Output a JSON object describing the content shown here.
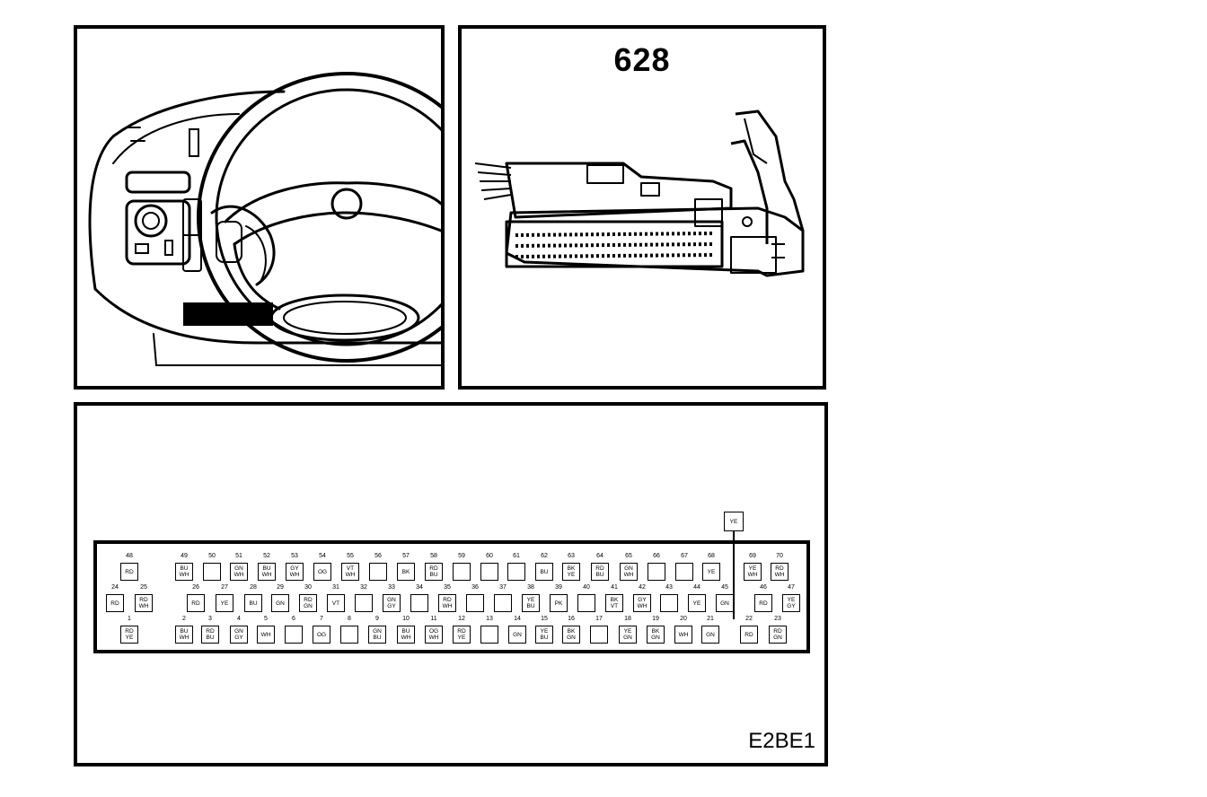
{
  "connector": {
    "id": "628",
    "image_code": "E2BE1",
    "extra_wire": "YE"
  },
  "pins": [
    {
      "n": "1",
      "c": [
        "RD",
        "YE"
      ]
    },
    {
      "n": "2",
      "c": [
        "BU",
        "WH"
      ]
    },
    {
      "n": "3",
      "c": [
        "RD",
        "BU"
      ]
    },
    {
      "n": "4",
      "c": [
        "GN",
        "GY"
      ]
    },
    {
      "n": "5",
      "c": [
        "WH"
      ]
    },
    {
      "n": "6",
      "c": []
    },
    {
      "n": "7",
      "c": [
        "OG"
      ]
    },
    {
      "n": "8",
      "c": []
    },
    {
      "n": "9",
      "c": [
        "GN",
        "BU"
      ]
    },
    {
      "n": "10",
      "c": [
        "BU",
        "WH"
      ]
    },
    {
      "n": "11",
      "c": [
        "OG",
        "WH"
      ]
    },
    {
      "n": "12",
      "c": [
        "RD",
        "YE"
      ]
    },
    {
      "n": "13",
      "c": []
    },
    {
      "n": "14",
      "c": [
        "GN"
      ]
    },
    {
      "n": "15",
      "c": [
        "YE",
        "BU"
      ]
    },
    {
      "n": "16",
      "c": [
        "BK",
        "GN"
      ]
    },
    {
      "n": "17",
      "c": []
    },
    {
      "n": "18",
      "c": [
        "YE",
        "GN"
      ]
    },
    {
      "n": "19",
      "c": [
        "BK",
        "GN"
      ]
    },
    {
      "n": "20",
      "c": [
        "WH"
      ]
    },
    {
      "n": "21",
      "c": [
        "GN"
      ]
    },
    {
      "n": "22",
      "c": [
        "RD"
      ]
    },
    {
      "n": "23",
      "c": [
        "RD",
        "GN"
      ]
    },
    {
      "n": "24",
      "c": [
        "RD"
      ]
    },
    {
      "n": "25",
      "c": [
        "RD",
        "WH"
      ]
    },
    {
      "n": "26",
      "c": [
        "RD"
      ]
    },
    {
      "n": "27",
      "c": [
        "YE"
      ]
    },
    {
      "n": "28",
      "c": [
        "BU"
      ]
    },
    {
      "n": "29",
      "c": [
        "GN"
      ]
    },
    {
      "n": "30",
      "c": [
        "RD",
        "GN"
      ]
    },
    {
      "n": "31",
      "c": [
        "VT"
      ]
    },
    {
      "n": "32",
      "c": []
    },
    {
      "n": "33",
      "c": [
        "GN",
        "GY"
      ]
    },
    {
      "n": "34",
      "c": []
    },
    {
      "n": "35",
      "c": [
        "RD",
        "WH"
      ]
    },
    {
      "n": "36",
      "c": []
    },
    {
      "n": "37",
      "c": []
    },
    {
      "n": "38",
      "c": [
        "YE",
        "BU"
      ]
    },
    {
      "n": "39",
      "c": [
        "PK"
      ]
    },
    {
      "n": "40",
      "c": []
    },
    {
      "n": "41",
      "c": [
        "BK",
        "VT"
      ]
    },
    {
      "n": "42",
      "c": [
        "GY",
        "WH"
      ]
    },
    {
      "n": "43",
      "c": []
    },
    {
      "n": "44",
      "c": [
        "YE"
      ]
    },
    {
      "n": "45",
      "c": [
        "GN"
      ]
    },
    {
      "n": "46",
      "c": [
        "RD"
      ]
    },
    {
      "n": "47",
      "c": [
        "YE",
        "GY"
      ]
    },
    {
      "n": "48",
      "c": [
        "RD"
      ]
    },
    {
      "n": "49",
      "c": [
        "BU",
        "WH"
      ]
    },
    {
      "n": "50",
      "c": []
    },
    {
      "n": "51",
      "c": [
        "GN",
        "WH"
      ]
    },
    {
      "n": "52",
      "c": [
        "BU",
        "WH"
      ]
    },
    {
      "n": "53",
      "c": [
        "GY",
        "WH"
      ]
    },
    {
      "n": "54",
      "c": [
        "OG"
      ]
    },
    {
      "n": "55",
      "c": [
        "VT",
        "WH"
      ]
    },
    {
      "n": "56",
      "c": []
    },
    {
      "n": "57",
      "c": [
        "BK"
      ]
    },
    {
      "n": "58",
      "c": [
        "RD",
        "BU"
      ]
    },
    {
      "n": "59",
      "c": []
    },
    {
      "n": "60",
      "c": []
    },
    {
      "n": "61",
      "c": []
    },
    {
      "n": "62",
      "c": [
        "BU"
      ]
    },
    {
      "n": "63",
      "c": [
        "BK",
        "YE"
      ]
    },
    {
      "n": "64",
      "c": [
        "RD",
        "BU"
      ]
    },
    {
      "n": "65",
      "c": [
        "GN",
        "WH"
      ]
    },
    {
      "n": "66",
      "c": []
    },
    {
      "n": "67",
      "c": []
    },
    {
      "n": "68",
      "c": [
        "YE"
      ]
    },
    {
      "n": "69",
      "c": [
        "YE",
        "WH"
      ]
    },
    {
      "n": "70",
      "c": [
        "RD",
        "WH"
      ]
    }
  ]
}
